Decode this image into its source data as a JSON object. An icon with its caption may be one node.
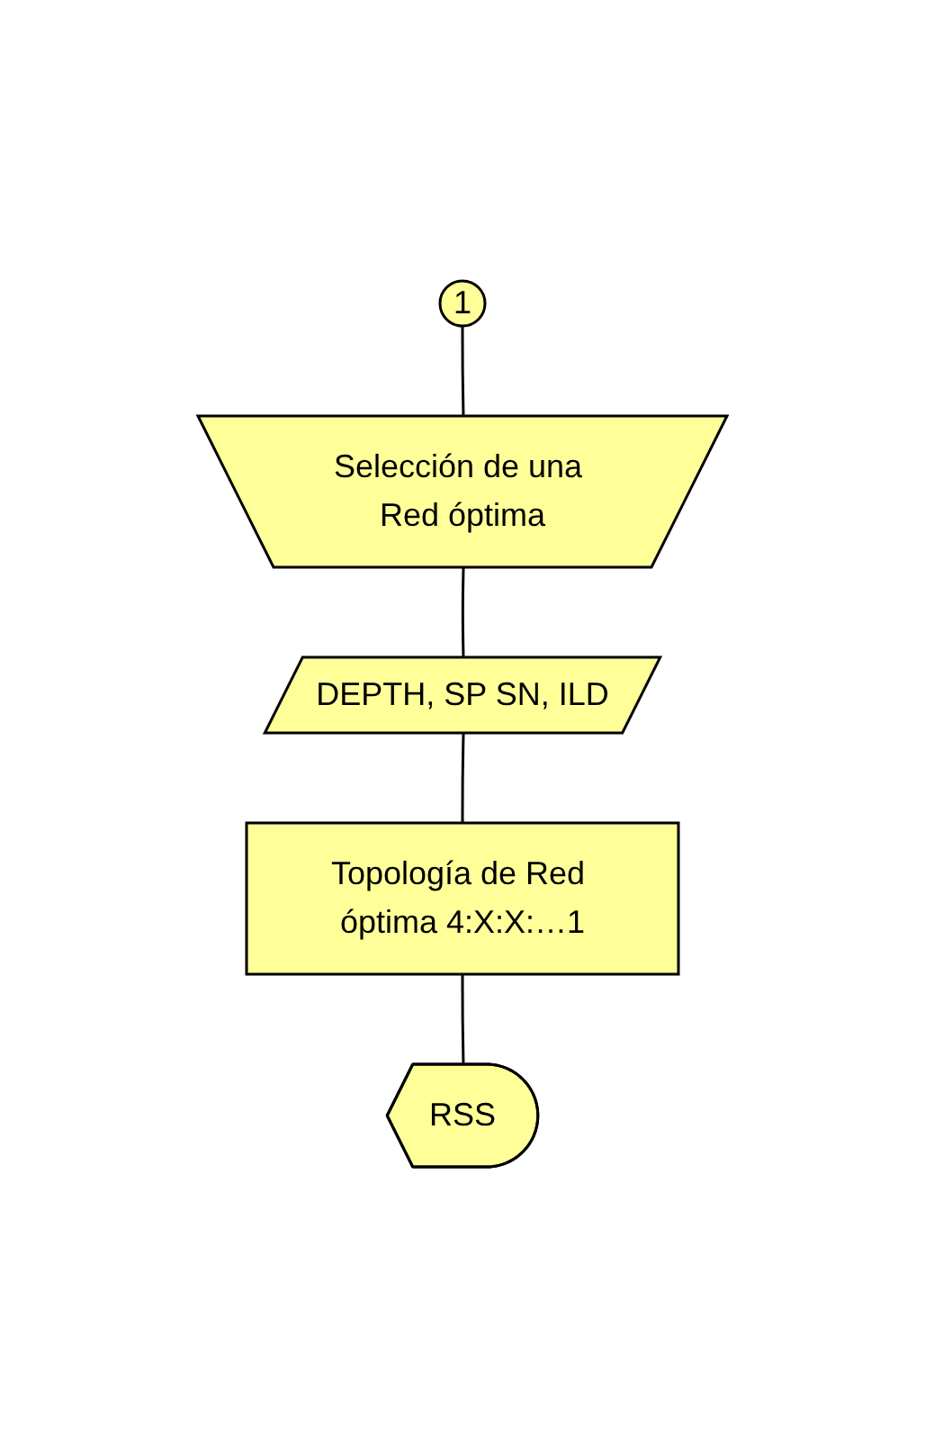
{
  "diagram": {
    "nodes": [
      {
        "text": [
          "1"
        ]
      },
      {
        "text": [
          "Selección de una Red óptima"
        ]
      },
      {
        "text": [
          "DEPTH, SP SN, ILD"
        ]
      },
      {
        "text": [
          "Topología de Red óptima 4:X:X:…1"
        ]
      },
      {
        "text": [
          "RSS"
        ]
      }
    ],
    "edges": [
      {
        "from": 0,
        "to": 1,
        "arrow": "none"
      },
      {
        "from": 1,
        "to": 2,
        "arrow": "none"
      },
      {
        "from": 2,
        "to": 3,
        "arrow": "none"
      },
      {
        "from": 3,
        "to": 4,
        "arrow": "none"
      }
    ]
  }
}
